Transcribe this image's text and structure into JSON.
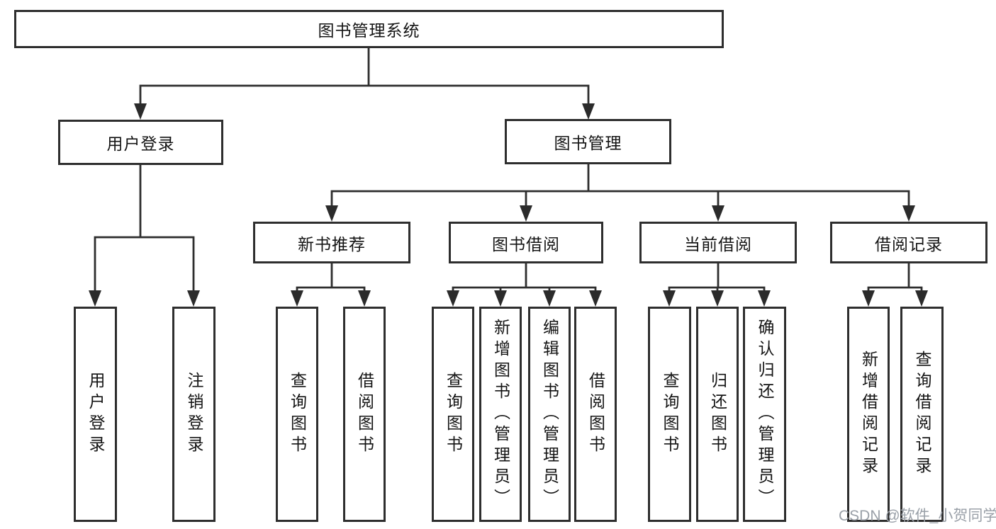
{
  "tree": {
    "root": "图书管理系统",
    "branches": [
      {
        "label": "用户登录",
        "children": [
          "用户登录",
          "注销登录"
        ]
      },
      {
        "label": "图书管理",
        "groups": [
          {
            "label": "新书推荐",
            "children": [
              "查询图书",
              "借阅图书"
            ]
          },
          {
            "label": "图书借阅",
            "children": [
              "查询图书",
              "新增图书（管理员）",
              "编辑图书（管理员）",
              "借阅图书"
            ]
          },
          {
            "label": "当前借阅",
            "children": [
              "查询图书",
              "归还图书",
              "确认归还（管理员）"
            ]
          },
          {
            "label": "借阅记录",
            "children": [
              "新增借阅记录",
              "查询借阅记录"
            ]
          }
        ]
      }
    ]
  },
  "watermark": {
    "text": "CSDN @软件_小贺同学"
  },
  "colors": {
    "line": "#2e2e2e",
    "box_border": "#2e2e2e",
    "text": "#141414",
    "watermark": "#9aa0a8"
  }
}
